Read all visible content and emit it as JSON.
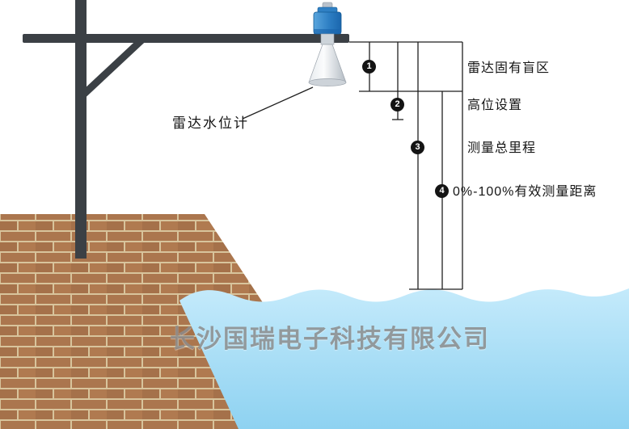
{
  "diagram": {
    "device_label": "雷达水位计",
    "annotations": [
      {
        "num": "1",
        "label": "雷达固有盲区"
      },
      {
        "num": "2",
        "label": "高位设置"
      },
      {
        "num": "3",
        "label": "测量总里程"
      },
      {
        "num": "4",
        "label": "0%-100%有效测量距离"
      }
    ],
    "watermark": "长沙国瑞电子科技有限公司",
    "colors": {
      "structure_dark": "#3b4045",
      "sensor_blue": "#2577bd",
      "horn_gray": "#c9d0d6",
      "water_light": "#c4eafb",
      "water_deep": "#8ed2f1",
      "brick": "#ab764e",
      "mortar": "#d8c49c",
      "dimension_line": "#1f1f1f",
      "watermark_gray": "#8d8d8d"
    }
  }
}
